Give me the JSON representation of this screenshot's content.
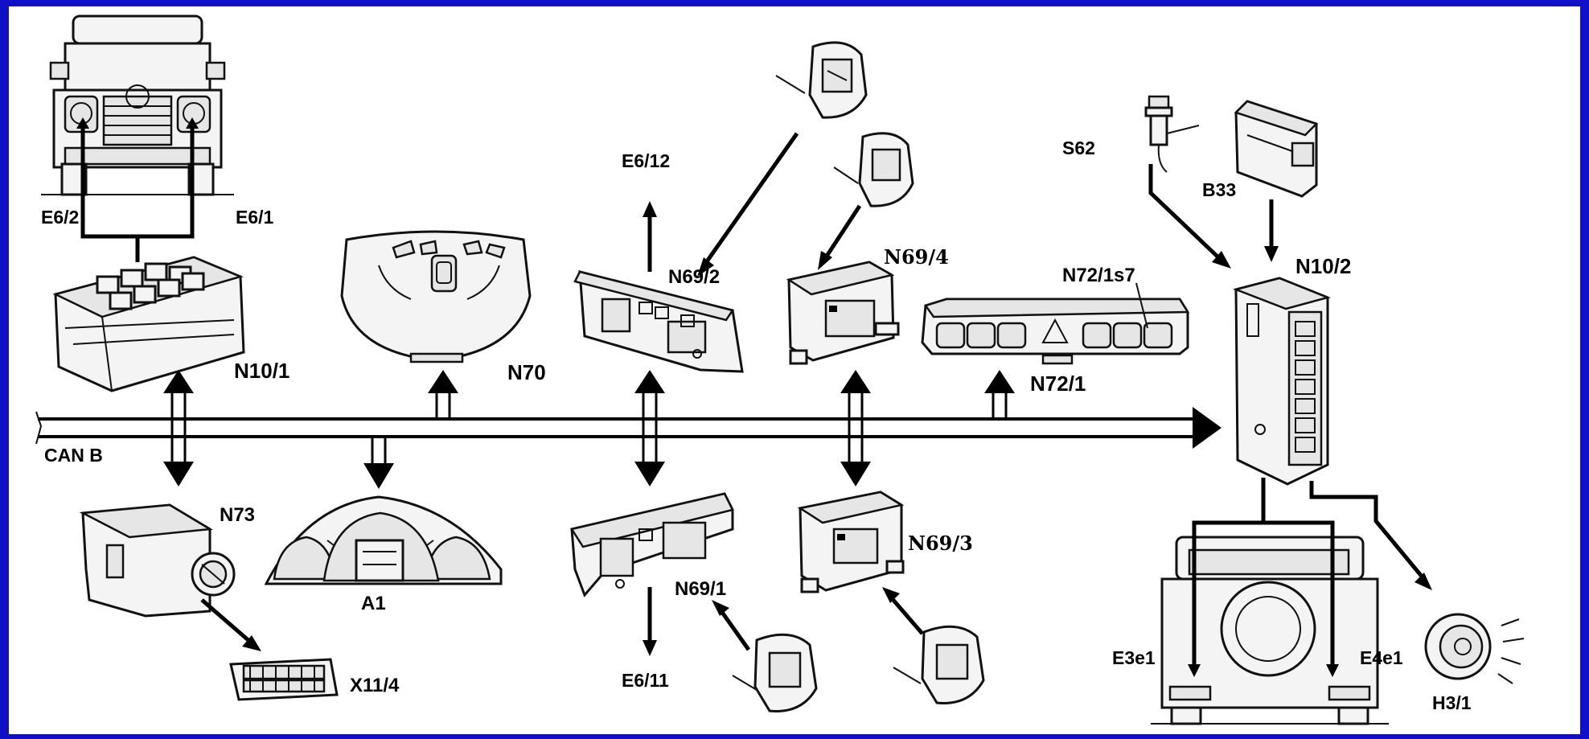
{
  "labels": {
    "e6_2": "E6/2",
    "e6_1": "E6/1",
    "n10_1": "N10/1",
    "n70": "N70",
    "e6_12": "E6/12",
    "n69_2": "N69/2",
    "n69_4": "N69/4",
    "n72_1s7": "N72/1s7",
    "n72_1": "N72/1",
    "s62": "S62",
    "b33": "B33",
    "n10_2": "N10/2",
    "can_b": "CAN B",
    "n73": "N73",
    "a1": "A1",
    "n69_1": "N69/1",
    "n69_3": "N69/3",
    "x11_4": "X11/4",
    "e6_11": "E6/11",
    "e3e1": "E3e1",
    "e4e1": "E4e1",
    "h3_1": "H3/1"
  },
  "colors": {
    "frame": "#1010c8",
    "background": "#ffffff",
    "line": "#000000"
  }
}
